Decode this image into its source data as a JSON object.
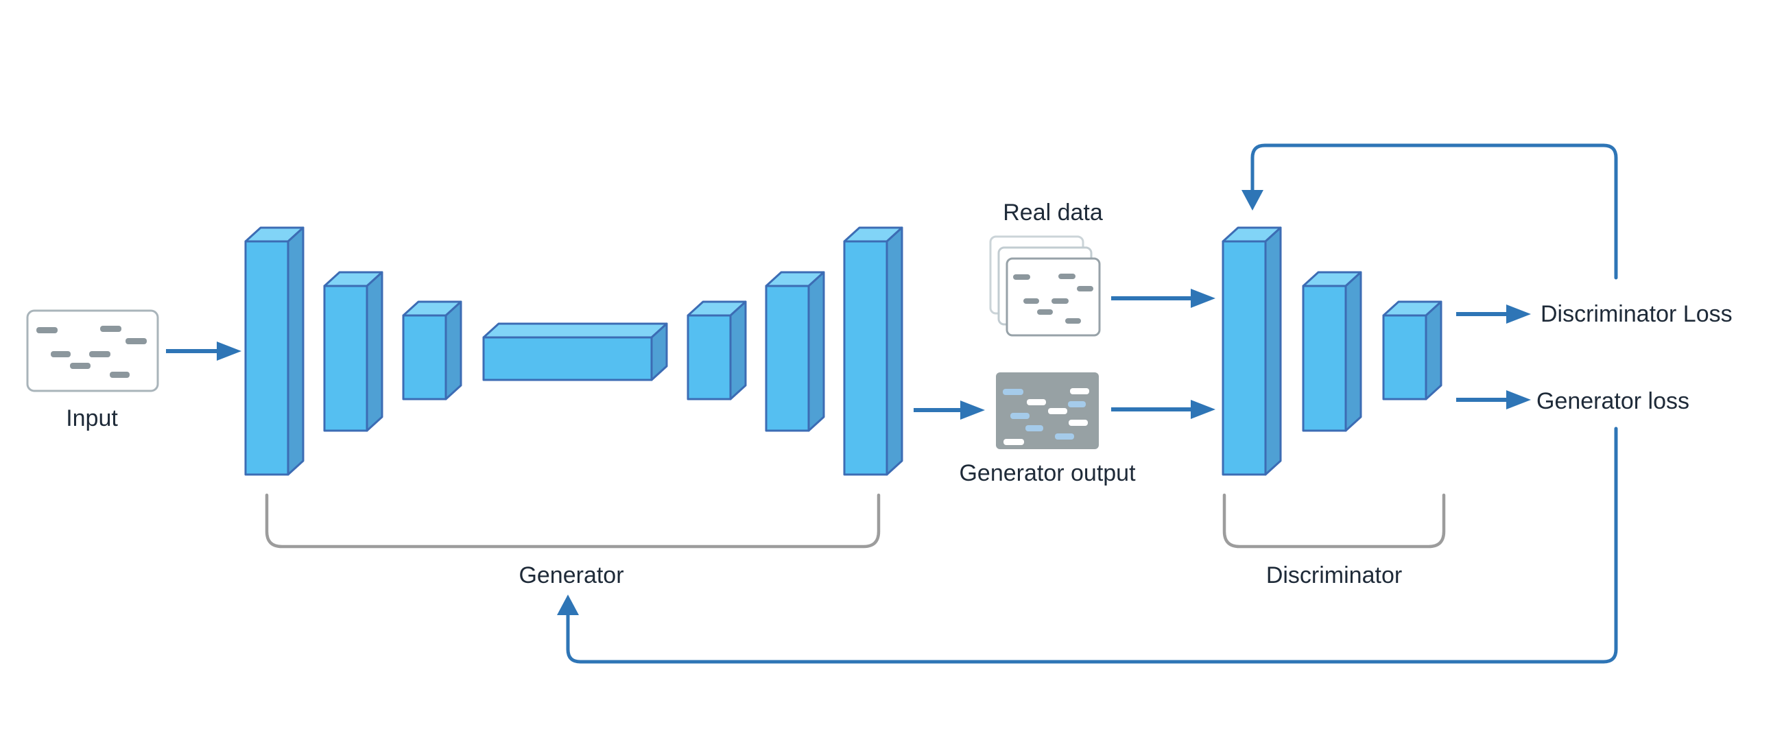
{
  "labels": {
    "input": "Input",
    "real_data": "Real data",
    "generator_output": "Generator output",
    "generator": "Generator",
    "discriminator": "Discriminator",
    "discriminator_loss": "Discriminator Loss",
    "generator_loss": "Generator loss"
  },
  "generator": {
    "label": "Generator",
    "layers": [
      "tall",
      "medium",
      "small",
      "bottleneck",
      "small",
      "medium",
      "tall"
    ]
  },
  "discriminator": {
    "label": "Discriminator",
    "layers": [
      "tall",
      "medium",
      "small"
    ]
  },
  "colors": {
    "arrow_blue": "#2E75B6",
    "bar_front": "#55BFF1",
    "bar_top": "#81D4F7",
    "bar_side": "#4FA0D4",
    "bar_stroke": "#3C6CB4",
    "brace_gray": "#9C9C9C",
    "text": "#1E2A38",
    "output_box_gray": "#97A1A4",
    "dash_gray": "#8C979D",
    "dash_light_blue": "#A5CBEA",
    "dash_white": "#FFFFFF",
    "card_border_front": "#97A2A8",
    "card_border_back": "#CBD4D8",
    "background": "#FFFFFF"
  }
}
